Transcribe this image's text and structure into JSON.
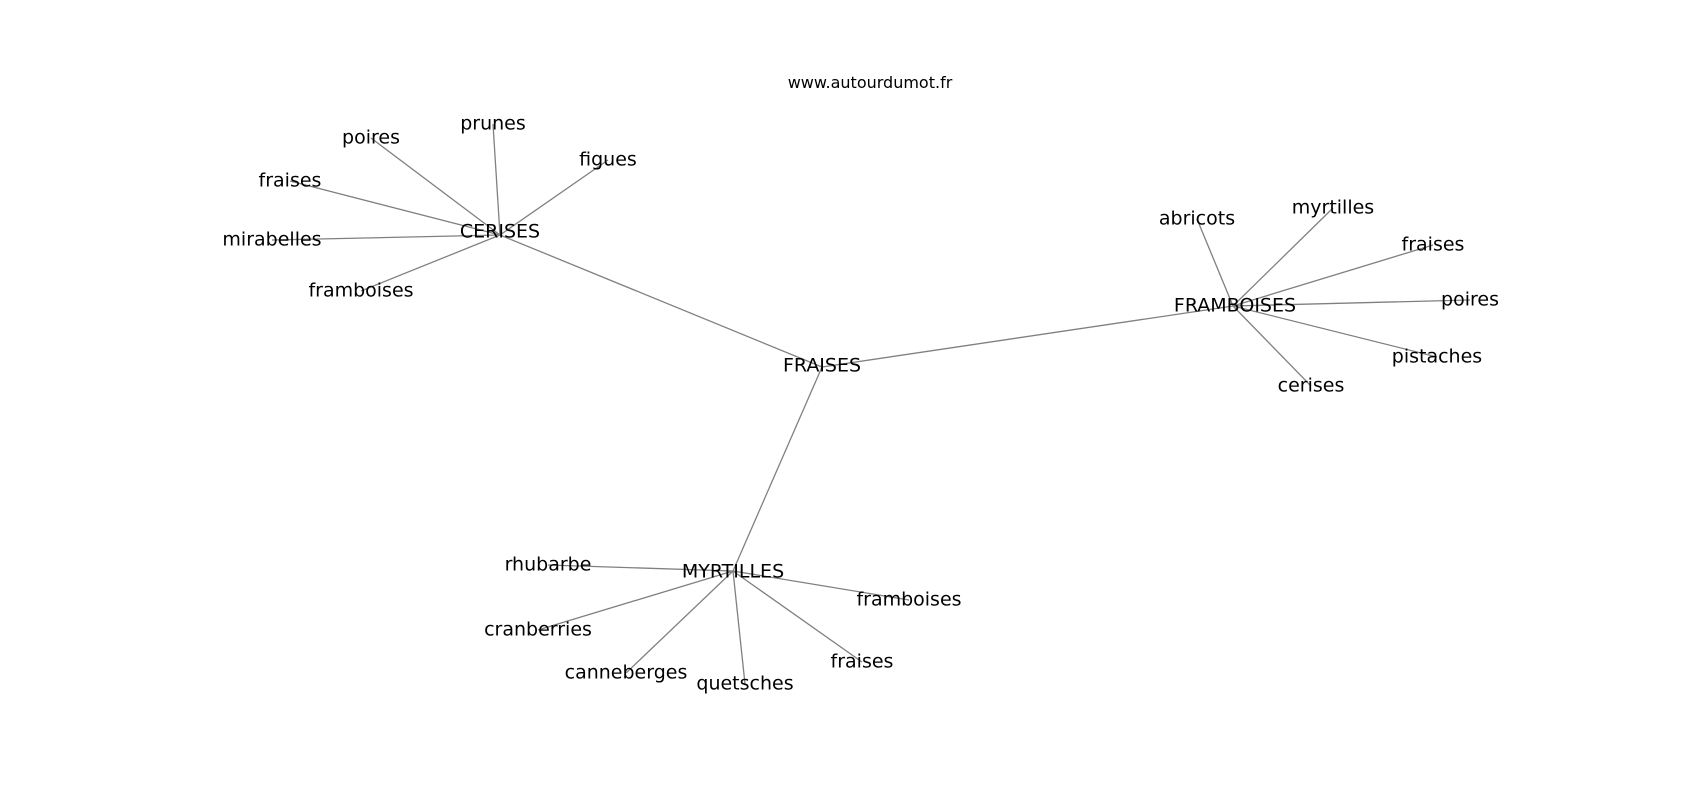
{
  "watermark": "www.autourdumot.fr",
  "root": {
    "label": "FRAISES",
    "branches": [
      {
        "label": "CERISES",
        "leaves": [
          "poires",
          "prunes",
          "figues",
          "fraises",
          "mirabelles",
          "framboises"
        ]
      },
      {
        "label": "FRAMBOISES",
        "leaves": [
          "abricots",
          "myrtilles",
          "fraises",
          "poires",
          "pistaches",
          "cerises"
        ]
      },
      {
        "label": "MYRTILLES",
        "leaves": [
          "rhubarbe",
          "framboises",
          "cranberries",
          "fraises",
          "canneberges",
          "quetsches"
        ]
      }
    ]
  }
}
